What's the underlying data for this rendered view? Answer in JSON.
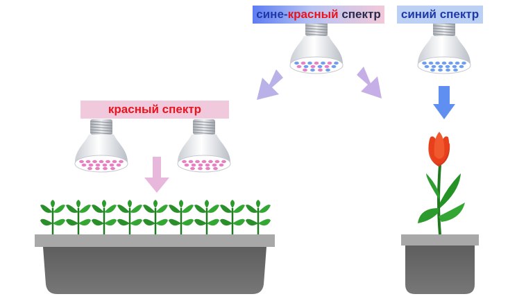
{
  "labels": {
    "mixed_part1": "сине-",
    "mixed_part2": "красный",
    "mixed_part3": " спектр",
    "blue": "синий спектр",
    "red": "красный спектр"
  },
  "colors": {
    "blue_text": "#1f3aa8",
    "red_text": "#e8141e",
    "dark_text": "#2a2a4a",
    "red_led": "#e77fc0",
    "blue_led": "#6f9ef0",
    "pot": "#6b6b6b",
    "pot_rim": "#a8a8a8",
    "arrow_pink": "#e8b8dc",
    "arrow_blue": "#5f8ff0",
    "arrow_lilac": "#b9b2e8",
    "tulip": "#e8401c",
    "leaf": "#2c9a2c"
  }
}
